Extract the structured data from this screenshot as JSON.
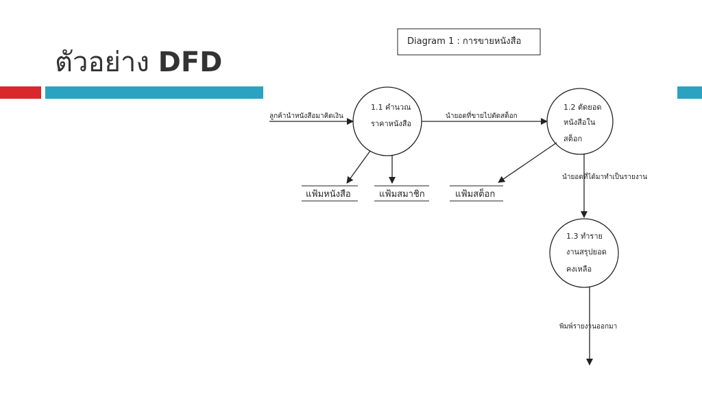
{
  "slide": {
    "title_prefix": "ตัวอย่าง",
    "title_suffix": "DFD"
  },
  "diagram": {
    "box_title": "Diagram 1 :  การขายหนังสือ",
    "processes": [
      {
        "line1": "1.1 คำนวณ",
        "line2": "ราคาหนังสือ",
        "line3": ""
      },
      {
        "line1": "1.2 ตัดยอด",
        "line2": "หนังสือใน",
        "line3": "สต็อก"
      },
      {
        "line1": "1.3 ทำราย",
        "line2": "งานสรุปยอด",
        "line3": "คงเหลือ"
      }
    ],
    "flows": {
      "input": "ลูกค้านำหนังสือมาคิดเงิน",
      "p1_to_p2": "นำยอดที่ขายไปตัดสต็อก",
      "p2_to_p3": "นำยอดที่ได้มาทำเป็นรายงาน",
      "output": "พิมพ์รายงานออกมา"
    },
    "stores": [
      {
        "label": "แฟ้มหนังสือ"
      },
      {
        "label": "แฟ้มสมาชิก"
      },
      {
        "label": "แฟ้มสต็อก"
      }
    ]
  },
  "colors": {
    "accent_red": "#d9272e",
    "accent_blue": "#2aa3c2",
    "title_text": "#333333"
  }
}
